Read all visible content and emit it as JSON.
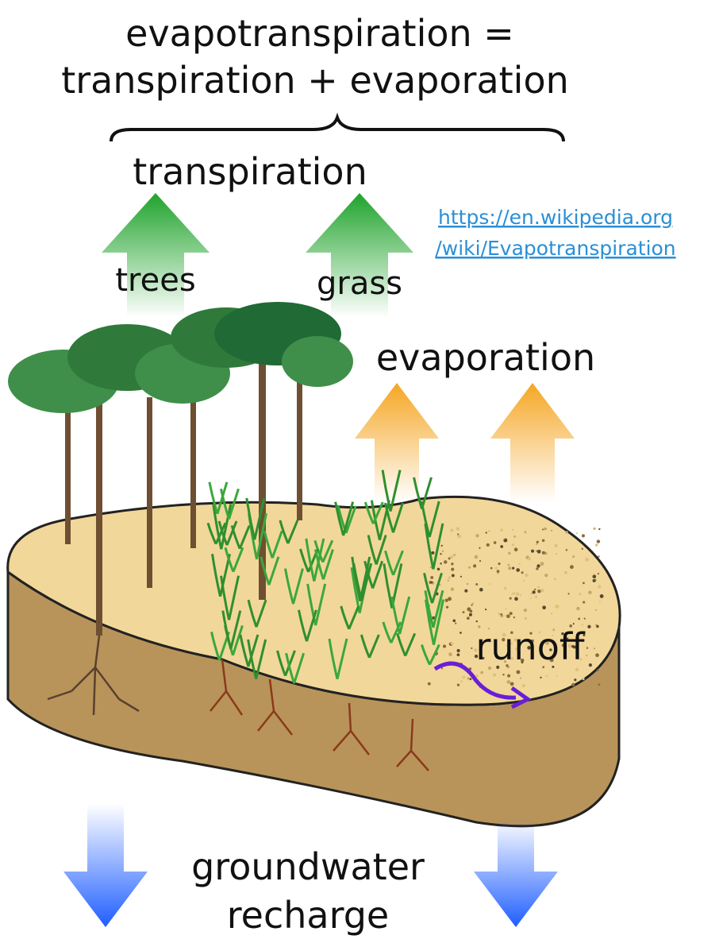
{
  "title": {
    "line1": "evapotranspiration =",
    "line2": "transpiration + evaporation"
  },
  "labels": {
    "transpiration": "transpiration",
    "trees": "trees",
    "grass": "grass",
    "evaporation": "evaporation",
    "runoff": "runoff",
    "groundwater_line1": "groundwater",
    "groundwater_line2": "recharge"
  },
  "link": {
    "line1": "https://en.wikipedia.org",
    "line2": "/wiki/Evapotranspiration"
  },
  "colors": {
    "transpiration_arrow": "#1fa32b",
    "evaporation_arrow": "#f5a623",
    "groundwater_arrow": "#1f5eff",
    "runoff_arrow": "#6a1fd6",
    "soil_top": "#f2d79a",
    "soil_side": "#b8945a",
    "tree_canopy": "#3f8f4a",
    "grass": "#3aa83a",
    "roots": "#8a3a1a"
  }
}
